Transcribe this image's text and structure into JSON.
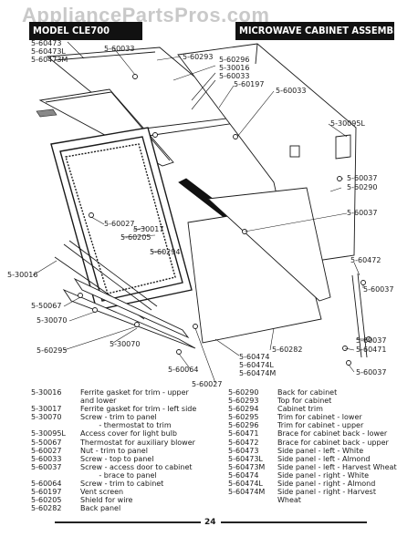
{
  "watermark": "AppliancePartsPros.com",
  "header": {
    "model": "MODEL CLE700",
    "title": "MICROWAVE CABINET ASSEMBLY"
  },
  "callouts": [
    {
      "id": "c1",
      "text": "5-60473"
    },
    {
      "id": "c2",
      "text": "5-60473L"
    },
    {
      "id": "c3",
      "text": "5-60473M"
    },
    {
      "id": "c4",
      "text": "5-60033"
    },
    {
      "id": "c5",
      "text": "5-60293"
    },
    {
      "id": "c6",
      "text": "5-60296"
    },
    {
      "id": "c7",
      "text": "5-30016"
    },
    {
      "id": "c8",
      "text": "5-60033"
    },
    {
      "id": "c9",
      "text": "5-60197"
    },
    {
      "id": "c10",
      "text": "5-60033"
    },
    {
      "id": "c11",
      "text": "5-30095L"
    },
    {
      "id": "c12",
      "text": "5-60037"
    },
    {
      "id": "c13",
      "text": "5-60290"
    },
    {
      "id": "c14",
      "text": "5-60037"
    },
    {
      "id": "c15",
      "text": "5-60027"
    },
    {
      "id": "c16",
      "text": "5-30017"
    },
    {
      "id": "c17",
      "text": "5-60205"
    },
    {
      "id": "c18",
      "text": "5-60294"
    },
    {
      "id": "c19",
      "text": "5-60472"
    },
    {
      "id": "c20",
      "text": "5-60037"
    },
    {
      "id": "c21",
      "text": "5-30016"
    },
    {
      "id": "c22",
      "text": "5-50067"
    },
    {
      "id": "c23",
      "text": "5-30070"
    },
    {
      "id": "c24",
      "text": "5-60295"
    },
    {
      "id": "c25",
      "text": "5-30070"
    },
    {
      "id": "c26",
      "text": "5-60282"
    },
    {
      "id": "c27",
      "text": "5-60474"
    },
    {
      "id": "c28",
      "text": "5-60474L"
    },
    {
      "id": "c29",
      "text": "5-60474M"
    },
    {
      "id": "c30",
      "text": "5-60037"
    },
    {
      "id": "c31",
      "text": "5-60471"
    },
    {
      "id": "c32",
      "text": "5-60037"
    },
    {
      "id": "c33",
      "text": "5-60064"
    },
    {
      "id": "c34",
      "text": "5-60027"
    }
  ],
  "parts_left": [
    {
      "pn": "5-30016",
      "desc": "Ferrite gasket for trim - upper"
    },
    {
      "pn": "",
      "desc": "and lower"
    },
    {
      "pn": "5-30017",
      "desc": "Ferrite gasket for trim - left side"
    },
    {
      "pn": "5-30070",
      "desc": "Screw - trim to panel"
    },
    {
      "pn": "",
      "desc": "        - thermostat to trim"
    },
    {
      "pn": "5-30095L",
      "desc": "Access cover for light bulb"
    },
    {
      "pn": "5-50067",
      "desc": "Thermostat for auxiliary blower"
    },
    {
      "pn": "5-60027",
      "desc": "Nut - trim to panel"
    },
    {
      "pn": "5-60033",
      "desc": "Screw - top to panel"
    },
    {
      "pn": "5-60037",
      "desc": "Screw - access door to cabinet"
    },
    {
      "pn": "",
      "desc": "        - brace to panel"
    },
    {
      "pn": "5-60064",
      "desc": "Screw - trim to cabinet"
    },
    {
      "pn": "5-60197",
      "desc": "Vent screen"
    },
    {
      "pn": "5-60205",
      "desc": "Shield for wire"
    },
    {
      "pn": "5-60282",
      "desc": "Back panel"
    }
  ],
  "parts_right": [
    {
      "pn": "5-60290",
      "desc": "Back for cabinet"
    },
    {
      "pn": "5-60293",
      "desc": "Top for cabinet"
    },
    {
      "pn": "5-60294",
      "desc": "Cabinet trim"
    },
    {
      "pn": "5-60295",
      "desc": "Trim for cabinet - lower"
    },
    {
      "pn": "5-60296",
      "desc": "Trim for cabinet - upper"
    },
    {
      "pn": "5-60471",
      "desc": "Brace for cabinet back - lower"
    },
    {
      "pn": "5-60472",
      "desc": "Brace for cabinet back - upper"
    },
    {
      "pn": "5-60473",
      "desc": "Side panel - left - White"
    },
    {
      "pn": "5-60473L",
      "desc": "Side panel - left - Almond"
    },
    {
      "pn": "5-60473M",
      "desc": "Side panel - left - Harvest Wheat"
    },
    {
      "pn": "5-60474",
      "desc": "Side panel - right - White"
    },
    {
      "pn": "5-60474L",
      "desc": "Side panel - right - Almond"
    },
    {
      "pn": "5-60474M",
      "desc": "Side panel - right - Harvest"
    },
    {
      "pn": "",
      "desc": "Wheat"
    }
  ],
  "page_number": "24"
}
